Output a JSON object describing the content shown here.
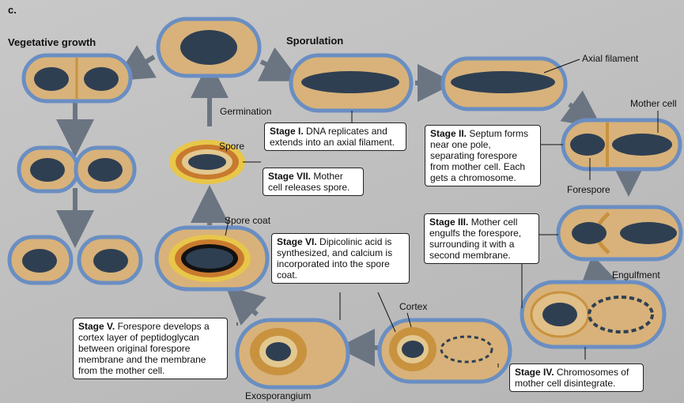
{
  "panel_letter": "c.",
  "titles": {
    "vegetative": "Vegetative growth",
    "sporulation": "Sporulation"
  },
  "labels": {
    "axial_filament": "Axial filament",
    "mother_cell": "Mother cell",
    "forespore": "Forespore",
    "engulfment": "Engulfment",
    "germination": "Germination",
    "spore": "Spore",
    "spore_coat": "Spore coat",
    "cortex": "Cortex",
    "exosporangium": "Exosporangium"
  },
  "stages": {
    "s1": {
      "title": "Stage I.",
      "text": " DNA replicates and extends into an axial filament."
    },
    "s2": {
      "title": "Stage II.",
      "text": " Septum forms near one pole, separating forespore from mother cell. Each gets a chromosome."
    },
    "s3": {
      "title": "Stage III.",
      "text": " Mother cell engulfs the forespore, surrounding it with a second membrane."
    },
    "s4": {
      "title": "Stage IV.",
      "text": " Chromosomes of mother cell disintegrate."
    },
    "s5": {
      "title": "Stage V.",
      "text": " Forespore develops a cortex layer of peptidoglycan between original forespore membrane and the membrane from the mother cell."
    },
    "s6": {
      "title": "Stage VI.",
      "text": " Dipicolinic acid is synthesized, and calcium is incorporated into the spore coat."
    },
    "s7": {
      "title": "Stage VII.",
      "text": " Mother cell releases spore."
    }
  }
}
